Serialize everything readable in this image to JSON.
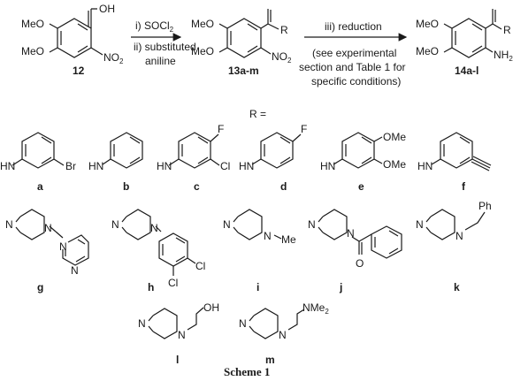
{
  "scheme": {
    "caption": "Scheme 1",
    "r_equals": "R =",
    "compounds": {
      "start": {
        "id": "12",
        "ome1": "MeO",
        "ome2": "MeO",
        "oh": "OH",
        "no2": "NO",
        "no2_sub": "2"
      },
      "amide": {
        "id": "13a-m",
        "ome1": "MeO",
        "ome2": "MeO",
        "r": "R",
        "no2": "NO",
        "no2_sub": "2"
      },
      "product": {
        "id": "14a-l",
        "ome1": "MeO",
        "ome2": "MeO",
        "r": "R",
        "nh2": "NH",
        "nh2_sub": "2"
      }
    },
    "step1": {
      "line1": "i) SOCl",
      "line1_sub": "2",
      "line2": "ii) substituted",
      "line3": "aniline"
    },
    "step2": {
      "line1": "iii) reduction",
      "line2": "(see experimental",
      "line3": "section and Table 1 for",
      "line4": "specific conditions)"
    },
    "substituents": [
      {
        "letter": "a",
        "hn": "HN",
        "x1": "Br"
      },
      {
        "letter": "b",
        "hn": "HN"
      },
      {
        "letter": "c",
        "hn": "HN",
        "x1": "F",
        "x2": "Cl"
      },
      {
        "letter": "d",
        "hn": "HN",
        "x1": "F"
      },
      {
        "letter": "e",
        "hn": "HN",
        "x1": "OMe",
        "x2": "OMe"
      },
      {
        "letter": "f",
        "hn": "HN"
      },
      {
        "letter": "g",
        "x1": "N",
        "x2": "N",
        "x3": "N",
        "x4": "N"
      },
      {
        "letter": "h",
        "x1": "N",
        "x2": "N",
        "x3": "Cl",
        "x4": "Cl"
      },
      {
        "letter": "i",
        "x1": "N",
        "x2": "N",
        "x3": "Me"
      },
      {
        "letter": "j",
        "x1": "N",
        "x2": "N",
        "x3": "O"
      },
      {
        "letter": "k",
        "x1": "N",
        "x2": "N",
        "x3": "Ph"
      },
      {
        "letter": "l",
        "x1": "N",
        "x2": "N",
        "x3": "OH"
      },
      {
        "letter": "m",
        "x1": "N",
        "x2": "N",
        "x3": "NMe",
        "x3_sub": "2"
      }
    ]
  }
}
